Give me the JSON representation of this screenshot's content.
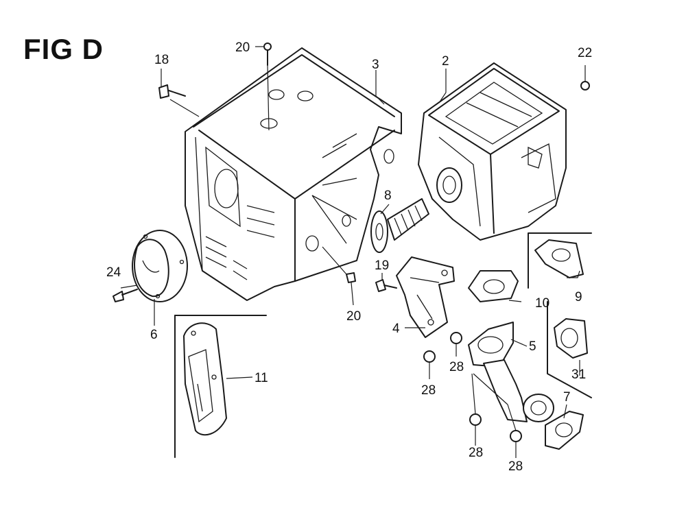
{
  "figure": {
    "title": "FIG D"
  },
  "callouts": {
    "c20_top": "20",
    "c18": "18",
    "c3": "3",
    "c2": "2",
    "c22": "22",
    "c8": "8",
    "c24": "24",
    "c6": "6",
    "c19": "19",
    "c20_bottom": "20",
    "c9": "9",
    "c10": "10",
    "c4": "4",
    "c5": "5",
    "c28_a": "28",
    "c28_b": "28",
    "c31": "31",
    "c11": "11",
    "c7": "7",
    "c28_c": "28",
    "c28_d": "28"
  }
}
